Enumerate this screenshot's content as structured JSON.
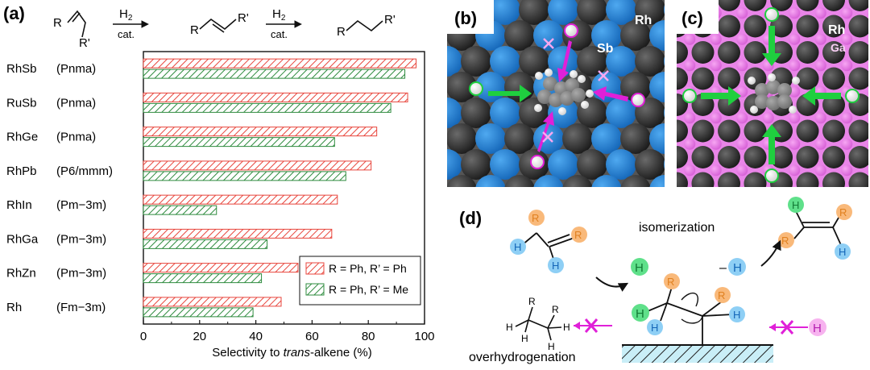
{
  "panel_labels": {
    "a": "(a)",
    "b": "(b)",
    "c": "(c)",
    "d": "(d)"
  },
  "scheme": {
    "r": "R",
    "rp": "R'",
    "reagent": "H",
    "reagent_sub": "2",
    "cat": "cat."
  },
  "chart_data": {
    "type": "bar",
    "orientation": "horizontal",
    "categories": [
      "RhSb",
      "RuSb",
      "RhGe",
      "RhPb",
      "RhIn",
      "RhGa",
      "RhZn",
      "Rh"
    ],
    "space_groups": [
      "(Pnma)",
      "(Pnma)",
      "(Pnma)",
      "(P6/mmm)",
      "(Pm−3m)",
      "(Pm−3m)",
      "(Pm−3m)",
      "(Fm−3m)"
    ],
    "series": [
      {
        "name": "R = Ph, R’ = Ph",
        "color": "#e8453c",
        "values": [
          97,
          94,
          83,
          81,
          69,
          67,
          55,
          49
        ]
      },
      {
        "name": "R = Ph, R’ = Me",
        "color": "#2e8b3e",
        "values": [
          93,
          88,
          68,
          72,
          26,
          44,
          42,
          39
        ]
      }
    ],
    "xlabel_pre": "Selectivity to ",
    "xlabel_italic": "trans",
    "xlabel_post": "-alkene (%)",
    "xlim": [
      0,
      100
    ],
    "xticks": [
      0,
      20,
      40,
      60,
      80,
      100
    ],
    "legend_position": "lower-right",
    "grid": false
  },
  "panel_b": {
    "rh": "Rh",
    "sb": "Sb"
  },
  "panel_c": {
    "rh": "Rh",
    "ga": "Ga"
  },
  "panel_d": {
    "isomerization": "isomerization",
    "overhydrogenation": "overhydrogenation",
    "minus_h": "–",
    "h": "H",
    "r": "R"
  },
  "colors": {
    "sb_blue": "#1f7fd6",
    "ga_pink": "#e06be0",
    "rh_dark": "#2d2d2d",
    "arrow_green": "#1fcf3f",
    "arrow_magenta": "#e020d8",
    "h_blue": "#8ecff5",
    "h_green": "#5fe08a",
    "r_orange": "#f9b97a",
    "h_pink": "#f7b3ef",
    "surface": "#c9eef7"
  }
}
